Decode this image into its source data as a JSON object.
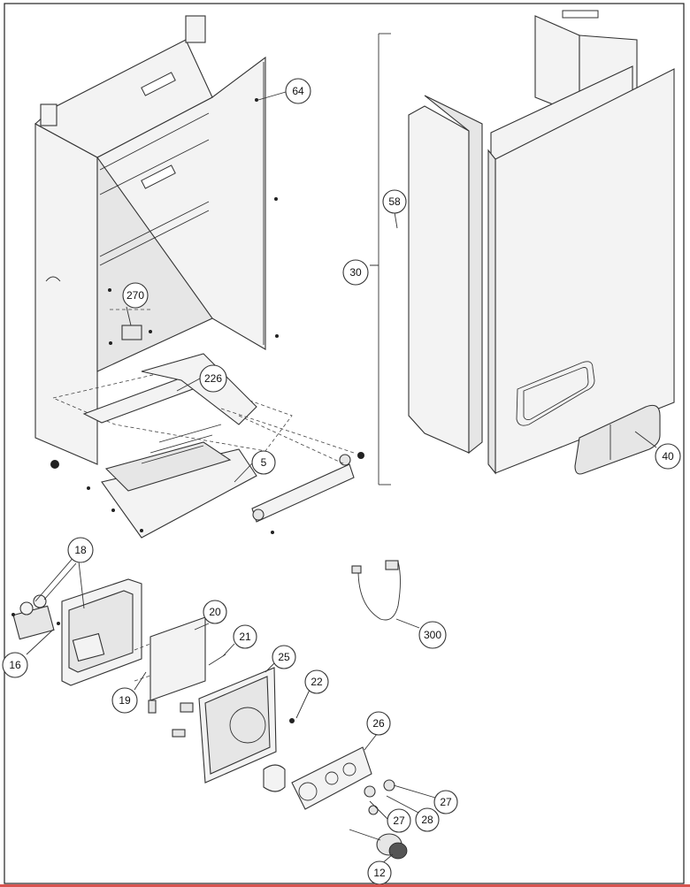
{
  "diagram": {
    "callouts": [
      {
        "id": "c64",
        "label": "64"
      },
      {
        "id": "c58",
        "label": "58"
      },
      {
        "id": "c30",
        "label": "30"
      },
      {
        "id": "c270",
        "label": "270"
      },
      {
        "id": "c226",
        "label": "226"
      },
      {
        "id": "c5",
        "label": "5"
      },
      {
        "id": "c40",
        "label": "40"
      },
      {
        "id": "c18",
        "label": "18"
      },
      {
        "id": "c20",
        "label": "20"
      },
      {
        "id": "c21",
        "label": "21"
      },
      {
        "id": "c25",
        "label": "25"
      },
      {
        "id": "c22",
        "label": "22"
      },
      {
        "id": "c16",
        "label": "16"
      },
      {
        "id": "c19",
        "label": "19"
      },
      {
        "id": "c300",
        "label": "300"
      },
      {
        "id": "c26",
        "label": "26"
      },
      {
        "id": "c27a",
        "label": "27"
      },
      {
        "id": "c27b",
        "label": "27"
      },
      {
        "id": "c28",
        "label": "28"
      },
      {
        "id": "c12",
        "label": "12"
      }
    ]
  },
  "colors": {
    "line": "#333333",
    "fill": "#f3f3f3",
    "accent_bar": "#d9534f"
  }
}
